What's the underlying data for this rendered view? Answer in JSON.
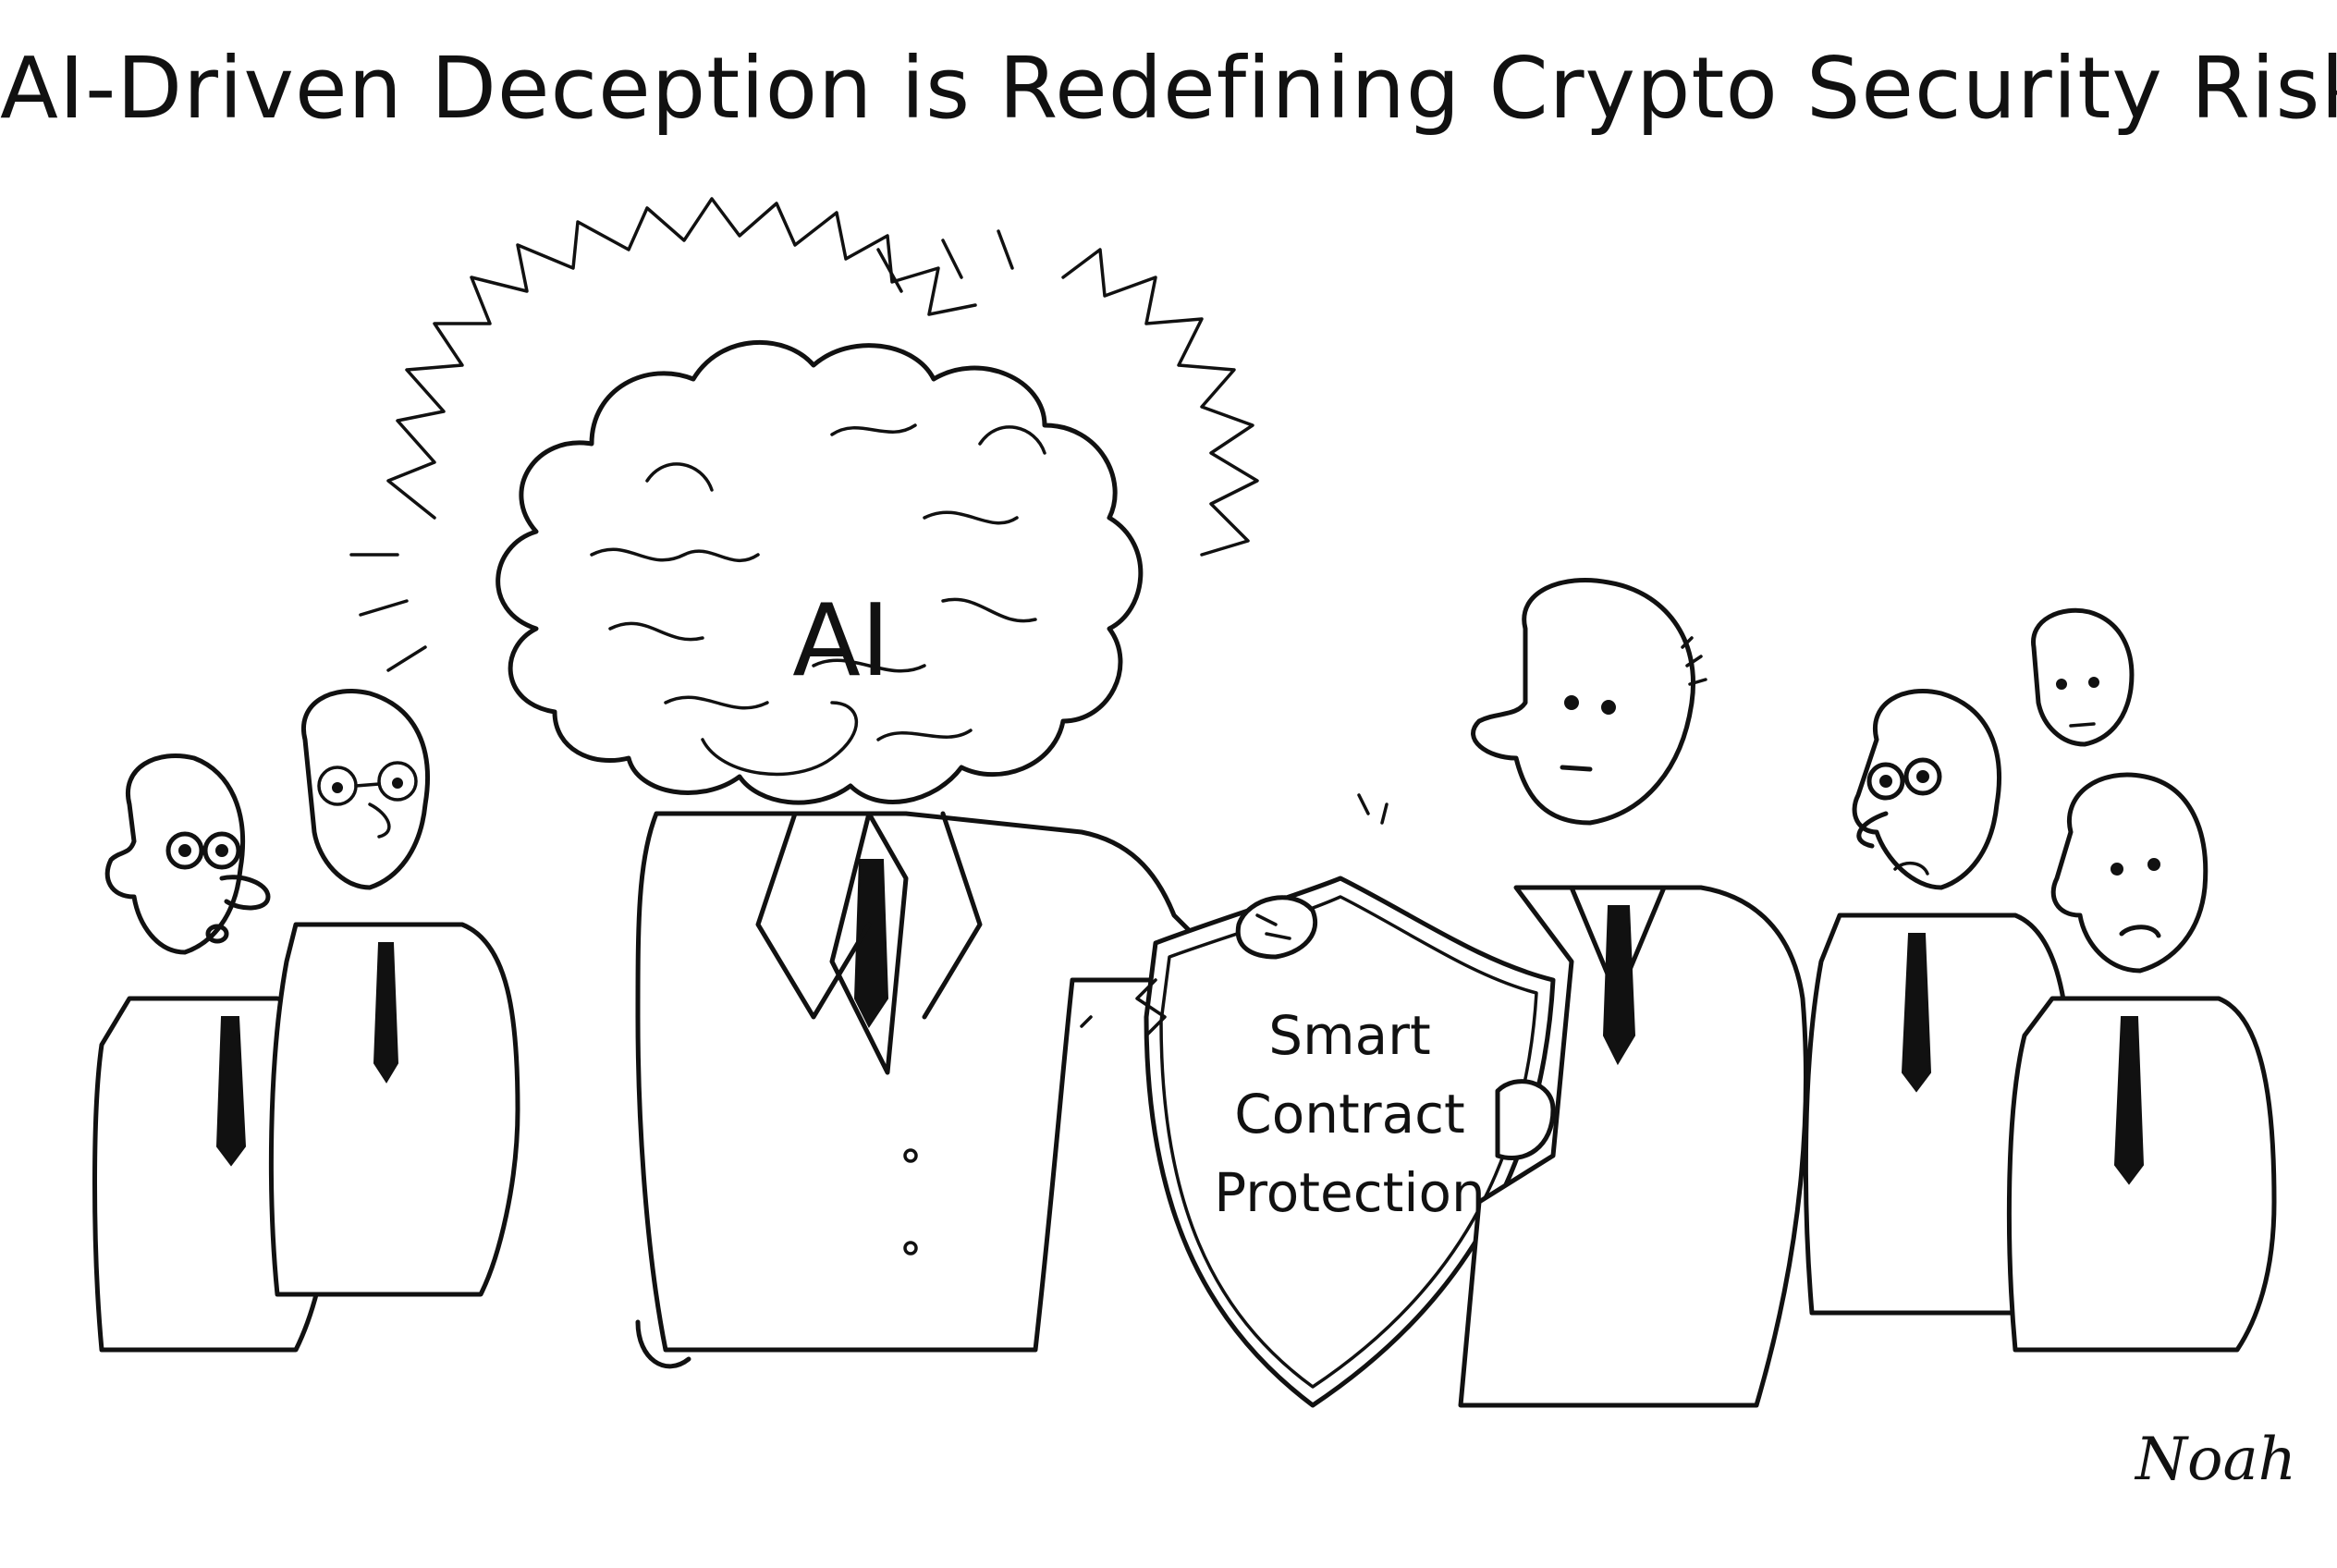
{
  "cartoon": {
    "caption": "AI-Driven Deception is Redefining Crypto Security Risks",
    "brain_label": "AI",
    "shield_lines": [
      "Smart",
      "Contract",
      "Protection"
    ],
    "signature": "Noah"
  },
  "colors": {
    "ink": "#111111",
    "paper": "#ffffff"
  }
}
